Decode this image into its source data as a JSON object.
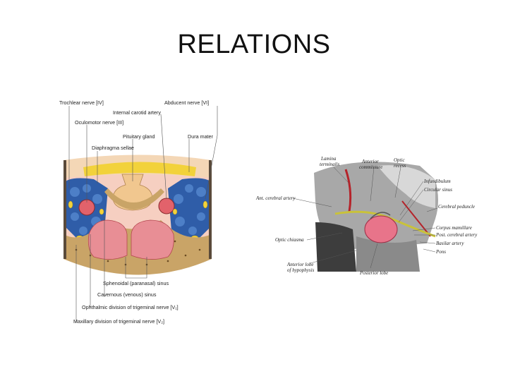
{
  "slide": {
    "title": "RELATIONS"
  },
  "left_figure": {
    "labels": {
      "trochlear": "Trochlear nerve [IV]",
      "abducent": "Abducent nerve [VI]",
      "internal_carotid": "Internal carotid artery",
      "oculomotor": "Oculomotor nerve [III]",
      "pituitary": "Pituitary gland",
      "dura": "Dura mater",
      "diaphragma": "Diaphragma sellae",
      "sphenoidal": "Sphenoidal (paranasal) sinus",
      "cavernous": "Cavernous (venous) sinus",
      "ophthalmic": "Ophthalmic division of trigeminal nerve [V₁]",
      "maxillary": "Maxillary division of trigeminal nerve [V₂]"
    }
  },
  "right_figure": {
    "labels": {
      "lamina_1": "Lamina",
      "lamina_2": "terminalis",
      "ant_comm_1": "Anterior",
      "ant_comm_2": "commissure",
      "optic_recess_1": "Optic",
      "optic_recess_2": "recess",
      "infundibulum": "Infundibulum",
      "circular_sinus": "Circular sinus",
      "ant_cerebral": "Ant. cerebral artery",
      "cerebral_peduncle": "Cerebral peduncle",
      "corpus_mamillare": "Corpus mamillare",
      "post_cerebral": "Post. cerebral artery",
      "basilar": "Basilar artery",
      "pons": "Pons",
      "optic_chiasma": "Optic chiasma",
      "ant_lobe_1": "Anterior lobe",
      "ant_lobe_2": "of hypophysis",
      "posterior_lobe": "Posterior lobe"
    }
  },
  "colors": {
    "bone_tan": "#c9a467",
    "sinus_red": "#e2626b",
    "sinus_blue": "#2f5da8",
    "pituitary": "#f1c78f",
    "yellow_nerve": "#f2d23b",
    "gray_brain": "#9a9a9a"
  }
}
